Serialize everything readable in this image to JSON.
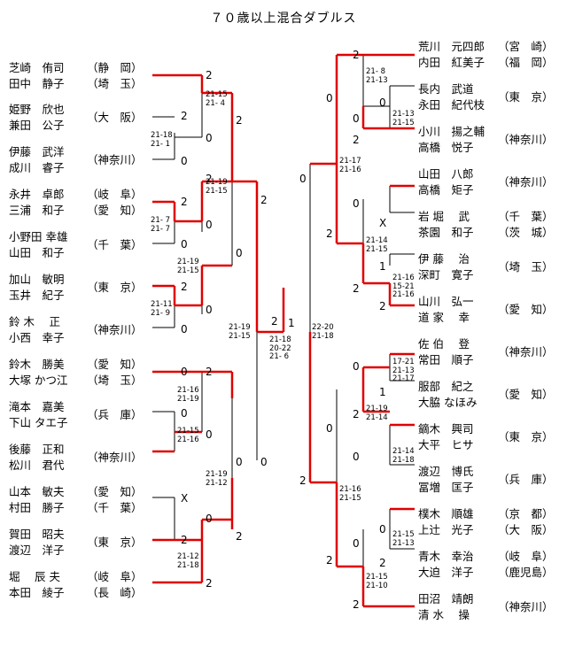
{
  "title": "７０歳以上混合ダブルス",
  "left_pairs": [
    {
      "p1": "芝崎　侑司",
      "p2": "田中　静子",
      "pref1": "（静　岡）",
      "pref2": "（埼　玉）"
    },
    {
      "p1": "姫野　欣也",
      "p2": "兼田　公子",
      "pref": "（大　阪）"
    },
    {
      "p1": "伊藤　武洋",
      "p2": "成川　睿子",
      "pref": "（神奈川）"
    },
    {
      "p1": "永井　卓郎",
      "p2": "三浦　和子",
      "pref1": "（岐　阜）",
      "pref2": "（愛　知）"
    },
    {
      "p1": "小野田 幸雄",
      "p2": "山田　和子",
      "pref": "（千　葉）"
    },
    {
      "p1": "加山　敏明",
      "p2": "玉井　紀子",
      "pref": "（東　京）"
    },
    {
      "p1": "鈴 木　 正",
      "p2": "小西　幸子",
      "pref": "（神奈川）"
    },
    {
      "p1": "鈴木　勝美",
      "p2": "大塚 かつ江",
      "pref1": "（愛　知）",
      "pref2": "（埼　玉）"
    },
    {
      "p1": "滝本　嘉美",
      "p2": "下山 タエ子",
      "pref": "（兵　庫）"
    },
    {
      "p1": "後藤　正和",
      "p2": "松川　君代",
      "pref": "（神奈川）"
    },
    {
      "p1": "山本　敏夫",
      "p2": "村田　勝子",
      "pref1": "（愛　知）",
      "pref2": "（千　葉）"
    },
    {
      "p1": "賀田　昭夫",
      "p2": "渡辺　洋子",
      "pref": "（東　京）"
    },
    {
      "p1": "堀　 辰 夫",
      "p2": "本田　綾子",
      "pref1": "（岐　阜）",
      "pref2": "（長　崎）"
    }
  ],
  "right_pairs": [
    {
      "p1": "荒川　元四郎",
      "p2": "内田　紅美子",
      "pref1": "（宮　崎）",
      "pref2": "（福　岡）"
    },
    {
      "p1": "長内　武道",
      "p2": "永田　紀代枝",
      "pref": "（東　京）"
    },
    {
      "p1": "小川　揚之輔",
      "p2": "高橋　悦子",
      "pref": "（神奈川）"
    },
    {
      "p1": "山田　八郎",
      "p2": "高橋　矩子",
      "pref": "（神奈川）"
    },
    {
      "p1": "岩 堀　 武",
      "p2": "茶園　和子",
      "pref1": "（千　葉）",
      "pref2": "（茨　城）"
    },
    {
      "p1": "伊 藤　 治",
      "p2": "深町　寛子",
      "pref": "（埼　玉）"
    },
    {
      "p1": "山川　弘一",
      "p2": "道 家　 幸",
      "pref": "（愛　知）"
    },
    {
      "p1": "佐 伯　 登",
      "p2": "常田　順子",
      "pref": "（神奈川）"
    },
    {
      "p1": "服部　紀之",
      "p2": "大脇 なほみ",
      "pref": "（愛　知）"
    },
    {
      "p1": "鏑木　興司",
      "p2": "大平　ヒサ",
      "pref": "（東　京）"
    },
    {
      "p1": "渡辺　博氏",
      "p2": "冨増　匡子",
      "pref": "（兵　庫）"
    },
    {
      "p1": "樸木　順雄",
      "p2": "上辻　光子",
      "pref1": "（京　都）",
      "pref2": "（大　阪）"
    },
    {
      "p1": "青木　幸治",
      "p2": "大迫　洋子",
      "pref1": "（岐　阜）",
      "pref2": "（鹿児島）"
    },
    {
      "p1": "田沼　靖朗",
      "p2": "清 水　 操",
      "pref": "（神奈川）"
    }
  ],
  "scores": [
    "2",
    "2",
    "0",
    "0",
    "2",
    "0",
    "2",
    "0",
    "0",
    "0",
    "2",
    "0",
    "2",
    "2",
    "0",
    "2",
    "0",
    "0",
    "X",
    "0",
    "2",
    "2",
    "0",
    "0",
    "2",
    "2",
    "1",
    "2",
    "0",
    "0",
    "2",
    "0",
    "2",
    "0",
    "0",
    "X",
    "1",
    "2",
    "2",
    "0",
    "1",
    "2",
    "0",
    "0",
    "2",
    "0",
    "2",
    "2",
    "0",
    "2"
  ],
  "sets": [
    "21- 8\n21-13",
    "21-15\n21- 4",
    "21-18\n21- 1",
    "21-13\n21-15",
    "21-19\n21-15",
    "21-17\n21-16",
    "21- 7\n21- 7",
    "21-19\n21-15",
    "21-14\n21-15",
    "21-11\n21- 9",
    "21-16\n15-21\n21-16",
    "21-19\n21-15",
    "21-18\n20-22\n21- 6",
    "22-20\n21-18",
    "17-21\n21-13\n21-17",
    "21-16\n21-19",
    "21-19\n21-14",
    "21-15\n21-16",
    "21-14\n21-18",
    "21-19\n21-12",
    "21-16\n21-15",
    "21-15\n21-13",
    "21-12\n21-18",
    "21-15\n21-10"
  ]
}
